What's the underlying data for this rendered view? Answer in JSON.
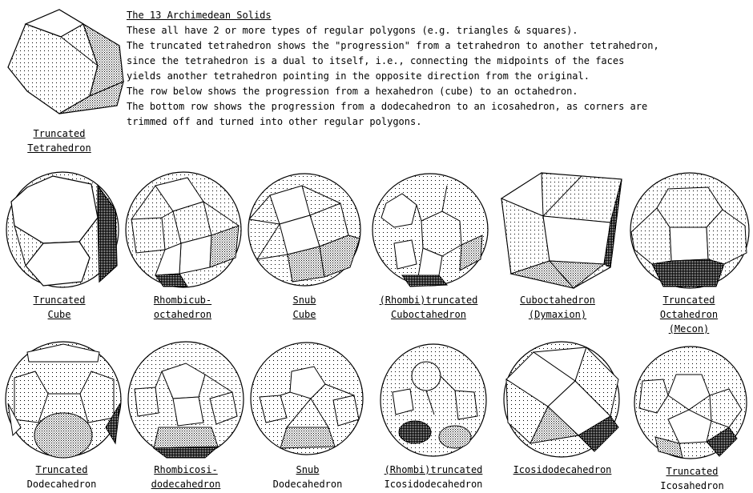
{
  "intro": {
    "title": "The 13 Archimedean Solids",
    "lines": [
      "These all have 2 or more types of regular polygons (e.g. triangles & squares).",
      "The truncated tetrahedron shows the \"progression\" from a tetrahedron to another tetrahedron,",
      "since the tetrahedron is a dual to itself, i.e., connecting the midpoints of the faces",
      "yields another tetrahedron pointing in the opposite direction from the original.",
      "The row below shows the progression from a hexahedron (cube) to an octahedron.",
      "The bottom row shows the progression from a dodecahedron to an icosahedron, as corners are",
      "trimmed off and turned into other regular polygons."
    ]
  },
  "solids": {
    "truncated_tetrahedron": {
      "line1": "Truncated",
      "line2": "Tetrahedron"
    },
    "truncated_cube": {
      "line1": "Truncated",
      "line2": "Cube"
    },
    "rhombicuboctahedron": {
      "line1": "Rhombicub-",
      "line2": "octahedron"
    },
    "snub_cube": {
      "line1": "Snub",
      "line2": "Cube"
    },
    "rhombitruncated_cuboctahedron": {
      "line1": "(Rhombi)truncated",
      "line2": "Cuboctahedron"
    },
    "cuboctahedron": {
      "line1": "Cuboctahedron",
      "line2": "(Dymaxion)"
    },
    "truncated_octahedron": {
      "line1": "Truncated",
      "line2": "Octahedron",
      "line3": "(Mecon)"
    },
    "truncated_dodecahedron": {
      "line1": "Truncated",
      "line2": "Dodecahedron"
    },
    "rhombicosidodecahedron": {
      "line1": "Rhombicosi-",
      "line2": "dodecahedron"
    },
    "snub_dodecahedron": {
      "line1": "Snub",
      "line2": "Dodecahedron"
    },
    "rhombitruncated_icosidodecahedron": {
      "line1": "(Rhombi)truncated",
      "line2": "Icosidodecahedron"
    },
    "icosidodecahedron": {
      "line1": "Icosidodecahedron"
    },
    "truncated_icosahedron": {
      "line1": "Truncated",
      "line2": "Icosahedron"
    }
  }
}
